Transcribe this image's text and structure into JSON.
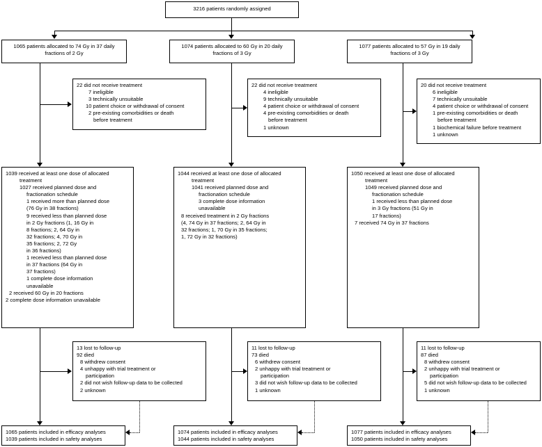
{
  "diagram": {
    "type": "consort-flow-diagram",
    "title_box": {
      "text": "3216 patients randomly assigned"
    },
    "arms": [
      {
        "id": "arm-74gy",
        "allocation": {
          "line1": "1065 patients allocated to 74 Gy in 37 daily",
          "line2": "fractions of 2 Gy"
        },
        "exclusion": {
          "lines": [
            {
              "text": "22 did not receive treatment",
              "indent": 0
            },
            {
              "text": "7 ineligible",
              "indent": 4
            },
            {
              "text": "3 technically unsuitable",
              "indent": 4
            },
            {
              "text": "10 patient choice or withdrawal of consent",
              "indent": 6
            },
            {
              "text": "2 pre-existing comorbidities or death",
              "indent": 4
            },
            {
              "text": "before treatment",
              "indent": 7
            }
          ]
        },
        "treatment": {
          "lines": [
            {
              "text": "1039 received at least one dose of allocated",
              "indent": 0
            },
            {
              "text": "treatment",
              "indent": 1
            },
            {
              "text": "1027 received planned dose and",
              "indent": 1
            },
            {
              "text": "fractionation schedule",
              "indent": 2
            },
            {
              "text": "1 received more than planned dose",
              "indent": 2
            },
            {
              "text": "(76 Gy in 38 fractions)",
              "indent": 2
            },
            {
              "text": "9 received less than planned dose",
              "indent": 2
            },
            {
              "text": "in 2 Gy fractions (1, 16 Gy in",
              "indent": 2
            },
            {
              "text": "8 fractions; 2, 64 Gy in",
              "indent": 2
            },
            {
              "text": "32 fractions; 4, 70 Gy in",
              "indent": 2
            },
            {
              "text": "35 fractions; 2, 72 Gy",
              "indent": 2
            },
            {
              "text": "in 36 fractions)",
              "indent": 2
            },
            {
              "text": "1 received less than planned dose",
              "indent": 2
            },
            {
              "text": "in 37 fractions (64 Gy in",
              "indent": 2
            },
            {
              "text": "37 fractions)",
              "indent": 2
            },
            {
              "text": "1 complete dose information",
              "indent": 2
            },
            {
              "text": "unavailable",
              "indent": 2
            },
            {
              "text": "2 received 60 Gy in 20 fractions",
              "indent": 1
            },
            {
              "text": "2 complete dose information unavailable",
              "indent": 0
            }
          ]
        },
        "followup": {
          "lines": [
            {
              "text": "13 lost to follow-up",
              "indent": 0
            },
            {
              "text": "92 died",
              "indent": 0
            },
            {
              "text": "8 withdrew consent",
              "indent": 1
            },
            {
              "text": "4 unhappy with trial treatment or",
              "indent": 1
            },
            {
              "text": "participation",
              "indent": 2
            },
            {
              "text": "2 did not wish follow-up data to be collected",
              "indent": 1
            },
            {
              "text": "2 unknown",
              "indent": 1
            }
          ]
        },
        "analysis": {
          "line1": "1065 patients included in efficacy analyses",
          "line2": "1039 patients included in safety analyses"
        }
      },
      {
        "id": "arm-60gy",
        "allocation": {
          "line1": "1074 patients allocated to 60 Gy in 20 daily",
          "line2": "fractions of 3 Gy"
        },
        "exclusion": {
          "lines": [
            {
              "text": "22 did not receive treatment",
              "indent": 0
            },
            {
              "text": "4 ineligible",
              "indent": 4
            },
            {
              "text": "9 technically unsuitable",
              "indent": 4
            },
            {
              "text": "4 patient choice or withdrawal of consent",
              "indent": 4
            },
            {
              "text": "4 pre-existing comorbidities or death",
              "indent": 4
            },
            {
              "text": "before treatment",
              "indent": 7
            },
            {
              "text": "1 unknown",
              "indent": 4
            }
          ]
        },
        "treatment": {
          "lines": [
            {
              "text": "1044 received at least one dose of allocated",
              "indent": 0
            },
            {
              "text": "treatment",
              "indent": 1
            },
            {
              "text": "1041 received planned dose and",
              "indent": 1
            },
            {
              "text": "fractionation schedule",
              "indent": 3
            },
            {
              "text": "3 complete dose information",
              "indent": 2
            },
            {
              "text": "unavailable",
              "indent": 2
            },
            {
              "text": "8 received treatment in 2 Gy fractions",
              "indent": 1
            },
            {
              "text": "(4, 74 Gy in 37 fractions; 2, 64 Gy in",
              "indent": 1
            },
            {
              "text": "32 fractions; 1, 70 Gy in 35 fractions;",
              "indent": 1
            },
            {
              "text": "1, 72 Gy in 32 fractions)",
              "indent": 1
            }
          ]
        },
        "followup": {
          "lines": [
            {
              "text": "11 lost to follow-up",
              "indent": 0
            },
            {
              "text": "73 died",
              "indent": 0
            },
            {
              "text": "6 withdrew consent",
              "indent": 1
            },
            {
              "text": "2 unhappy with trial treatment or",
              "indent": 1
            },
            {
              "text": "participation",
              "indent": 2
            },
            {
              "text": "3 did not wish follow-up data to be collected",
              "indent": 1
            },
            {
              "text": "1 unknown",
              "indent": 1
            }
          ]
        },
        "analysis": {
          "line1": "1074 patients included in efficacy analyses",
          "line2": "1044 patients included in safety analyses"
        }
      },
      {
        "id": "arm-57gy",
        "allocation": {
          "line1": "1077 patients allocated to 57 Gy in 19 daily",
          "line2": "fractions of 3 Gy"
        },
        "exclusion": {
          "lines": [
            {
              "text": "20 did not receive treatment",
              "indent": 0
            },
            {
              "text": "6 ineligible",
              "indent": 4
            },
            {
              "text": "7 technically unsuitable",
              "indent": 4
            },
            {
              "text": "4 patient choice or withdrawal of consent",
              "indent": 4
            },
            {
              "text": "1 pre-existing comorbidities or death",
              "indent": 4
            },
            {
              "text": "before treatment",
              "indent": 7
            },
            {
              "text": "1 biochemical failure before treatment",
              "indent": 4
            },
            {
              "text": "1 unknown",
              "indent": 4
            }
          ]
        },
        "treatment": {
          "lines": [
            {
              "text": "1050 received at least one dose of allocated",
              "indent": 0
            },
            {
              "text": "treatment",
              "indent": 1
            },
            {
              "text": "1049 received planned dose and",
              "indent": 1
            },
            {
              "text": "fractionation schedule",
              "indent": 3
            },
            {
              "text": "1 received less than planned dose",
              "indent": 2
            },
            {
              "text": "in 3 Gy fractions (51 Gy in",
              "indent": 2
            },
            {
              "text": "17 fractions)",
              "indent": 2
            },
            {
              "text": "7 received 74 Gy in 37 fractions",
              "indent": 1
            }
          ]
        },
        "followup": {
          "lines": [
            {
              "text": "11 lost to follow-up",
              "indent": 0
            },
            {
              "text": "87 died",
              "indent": 0
            },
            {
              "text": "8 withdrew consent",
              "indent": 1
            },
            {
              "text": "2 unhappy with trial treatment or",
              "indent": 1
            },
            {
              "text": "participation",
              "indent": 2
            },
            {
              "text": "5 did not wish follow-up data to be collected",
              "indent": 1
            },
            {
              "text": "1 unknown",
              "indent": 1
            }
          ]
        },
        "analysis": {
          "line1": "1077 patients included in efficacy analyses",
          "line2": "1050 patients included in safety analyses"
        }
      }
    ]
  },
  "colors": {
    "line": "#000000",
    "box_border": "#000000",
    "background": "#ffffff",
    "text": "#000000"
  }
}
